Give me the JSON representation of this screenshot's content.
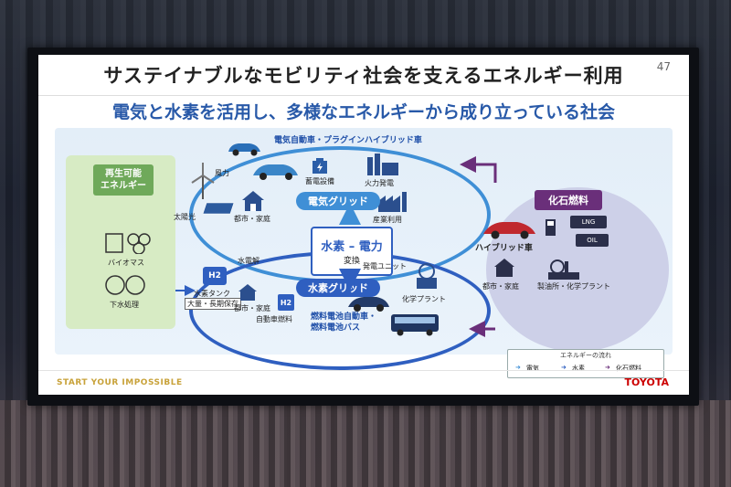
{
  "slide": {
    "title": "サステイナブルなモビリティ社会を支えるエネルギー利用",
    "page_number": "47",
    "subtitle": "電気と水素を活用し、多様なエネルギーから成り立っている社会",
    "footer_tagline": "START YOUR IMPOSSIBLE",
    "footer_brand": "TOYOTA"
  },
  "diagram": {
    "top_vehicle_label": "電気自動車・プラグインハイブリッド車",
    "renewable_label": "再生可能\nエネルギー",
    "fossil_label": "化石燃料",
    "electric_grid": "電気グリッド",
    "hydrogen_grid": "水素グリッド",
    "center_main": "水素 – 電力",
    "center_sub": "変換",
    "labels": {
      "wind": "風力",
      "solar": "太陽光",
      "storage": "蓄電設備",
      "thermal": "火力発電",
      "city_top": "都市・家庭",
      "industry": "産業利用",
      "biomass": "バイオマス",
      "sewage": "下水処理",
      "electrolysis": "水電解",
      "h2_tank": "水素タンク",
      "bulk_storage": "大量・長期保存",
      "city_bottom": "都市・家庭",
      "gen_unit": "発電ユニット",
      "h2_fuel": "自動車燃料",
      "chem_plant": "化学プラント",
      "fcv": "燃料電池自動車・\n燃料電池バス",
      "hybrid": "ハイブリッド車",
      "lng": "LNG",
      "oil": "OIL",
      "city_right": "都市・家庭",
      "refinery": "製油所・化学プラント",
      "h2_chip": "H2"
    },
    "legend": {
      "title": "エネルギーの流れ",
      "items": [
        "電気",
        "水素",
        "化石燃料"
      ]
    },
    "colors": {
      "electric": "#3f8fd6",
      "hydrogen": "#2f5fc0",
      "fossil": "#6a2f7a",
      "renewable": "#6fa95a"
    }
  }
}
